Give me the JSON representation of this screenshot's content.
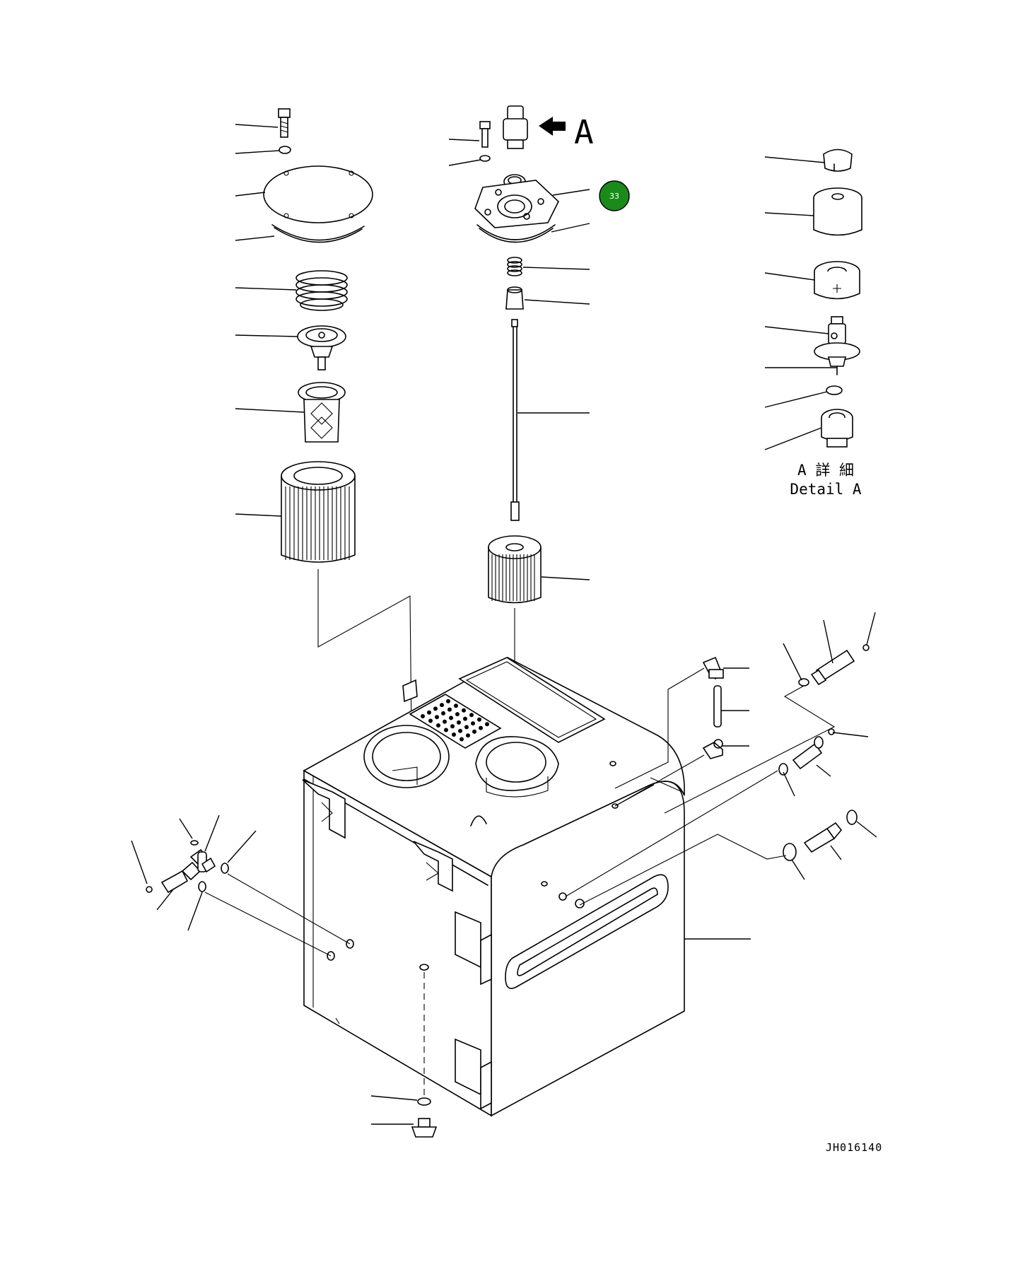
{
  "view_a_label": "A",
  "detail": {
    "japanese": "A 詳 細",
    "english": "Detail A"
  },
  "drawing_number": "JH016140",
  "callout": {
    "number": "33",
    "color": "#1a8a1a"
  }
}
